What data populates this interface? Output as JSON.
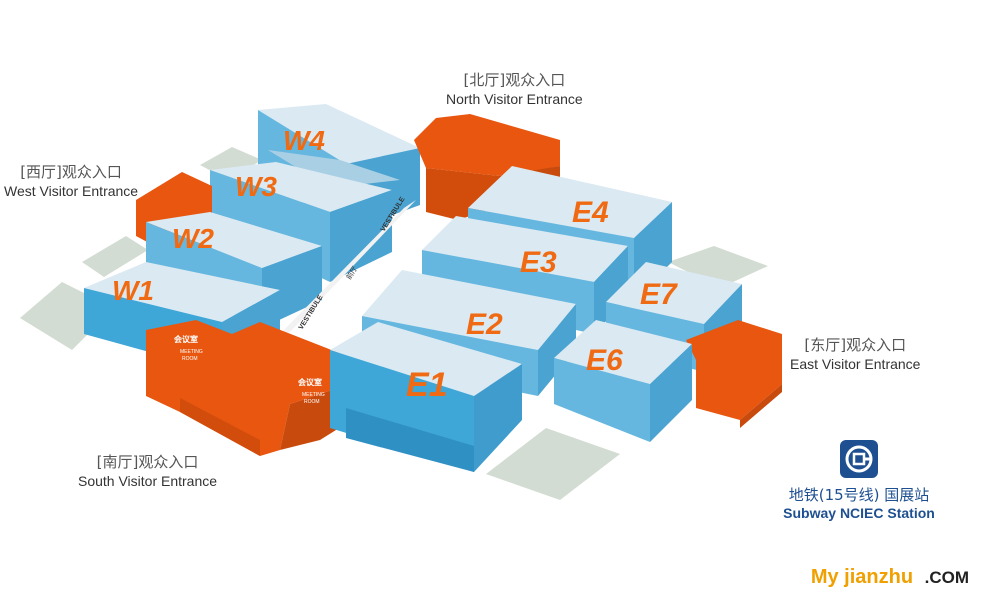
{
  "entrances": {
    "north": {
      "cn": "[北厅]观众入口",
      "en": "North Visitor Entrance"
    },
    "west": {
      "cn": "[西厅]观众入口",
      "en": "West Visitor Entrance"
    },
    "east": {
      "cn": "[东厅]观众入口",
      "en": "East Visitor Entrance"
    },
    "south": {
      "cn": "[南厅]观众入口",
      "en": "South Visitor Entrance"
    }
  },
  "halls": {
    "W1": "W1",
    "W2": "W2",
    "W3": "W3",
    "W4": "W4",
    "E1": "E1",
    "E2": "E2",
    "E3": "E3",
    "E4": "E4",
    "E6": "E6",
    "E7": "E7"
  },
  "meeting_room": {
    "cn": "会议室",
    "en1": "MEETING",
    "en2": "ROOM"
  },
  "vestibule": {
    "left": "VESTIBULE",
    "mid": "前厅",
    "right": "VESTIBULE"
  },
  "subway": {
    "cn": "地铁(15号线) 国展站",
    "en": "Subway NCIEC Station",
    "icon": "beijing-subway-logo-icon"
  },
  "watermark": {
    "part1": "My jianzhu",
    "part2": ".COM"
  },
  "colors": {
    "orange": "#e8560f",
    "blue": "#3fa6d8",
    "roof": "#d9e9f3",
    "green": "#cfd8cd"
  }
}
